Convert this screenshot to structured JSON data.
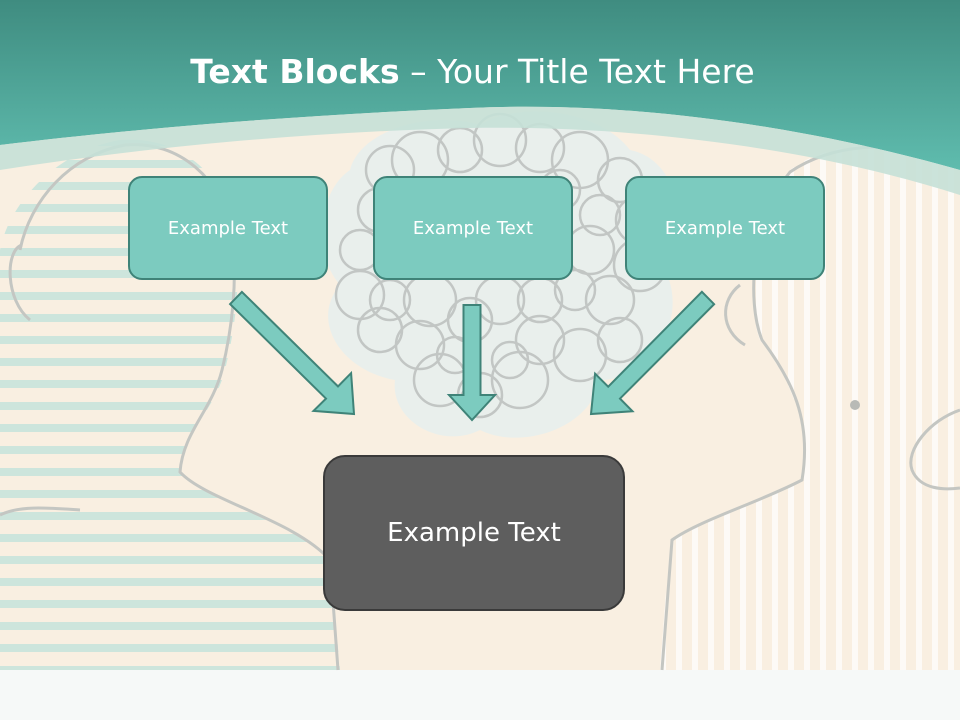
{
  "title": {
    "bold": "Text Blocks",
    "rest": " – Your Title Text Here"
  },
  "boxes": {
    "top": [
      "Example Text",
      "Example Text",
      "Example Text"
    ],
    "main": "Example Text"
  },
  "colors": {
    "header": "#5bb7aa",
    "box_fill": "#7ccbbf",
    "box_border": "#3f8378",
    "main_fill": "#5e5e5e",
    "background": "#f9efe1"
  }
}
